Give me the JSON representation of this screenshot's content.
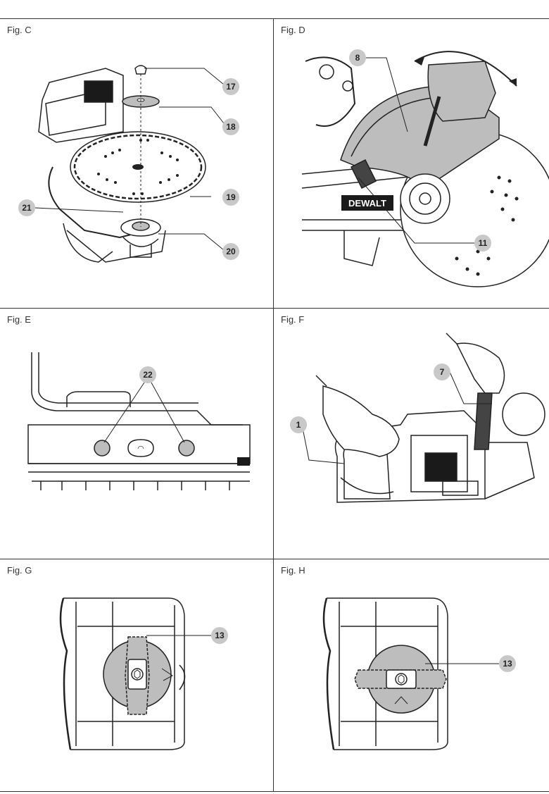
{
  "figures": [
    {
      "id": "C",
      "label": "Fig. C",
      "callouts": [
        "17",
        "18",
        "19",
        "21",
        "20"
      ]
    },
    {
      "id": "D",
      "label": "Fig. D",
      "callouts": [
        "8",
        "11"
      ],
      "brand": "DEWALT"
    },
    {
      "id": "E",
      "label": "Fig. E",
      "callouts": [
        "22"
      ]
    },
    {
      "id": "F",
      "label": "Fig. F",
      "callouts": [
        "7",
        "1"
      ]
    },
    {
      "id": "G",
      "label": "Fig. G",
      "callouts": [
        "13"
      ]
    },
    {
      "id": "H",
      "label": "Fig. H",
      "callouts": [
        "13"
      ]
    }
  ],
  "colors": {
    "line": "#222222",
    "callout_fill": "#c8c8c8",
    "shade": "#bdbdbd",
    "dark": "#1a1a1a"
  }
}
